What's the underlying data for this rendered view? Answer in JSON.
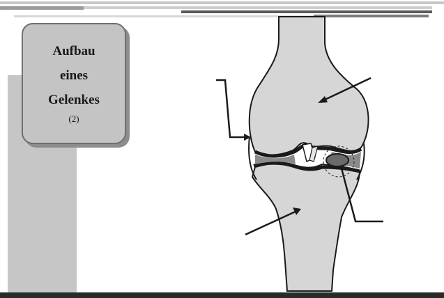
{
  "title_box": {
    "lines": [
      "Aufbau",
      "eines",
      "Gelenkes"
    ],
    "subtitle": "(2)"
  },
  "colors": {
    "background": "#ffffff",
    "sidebar": "#c6c6c6",
    "title_box_fill": "#c4c4c4",
    "bone_fill": "#d6d6d6",
    "outline": "#1a1a1a",
    "bottom_band": "#2a2a2a"
  },
  "diagram": {
    "subject": "knee joint cross-section",
    "callouts": [
      "upper-bone-arrow",
      "lower-bone-arrow",
      "joint-capsule-bracket",
      "meniscus-pointer"
    ]
  }
}
